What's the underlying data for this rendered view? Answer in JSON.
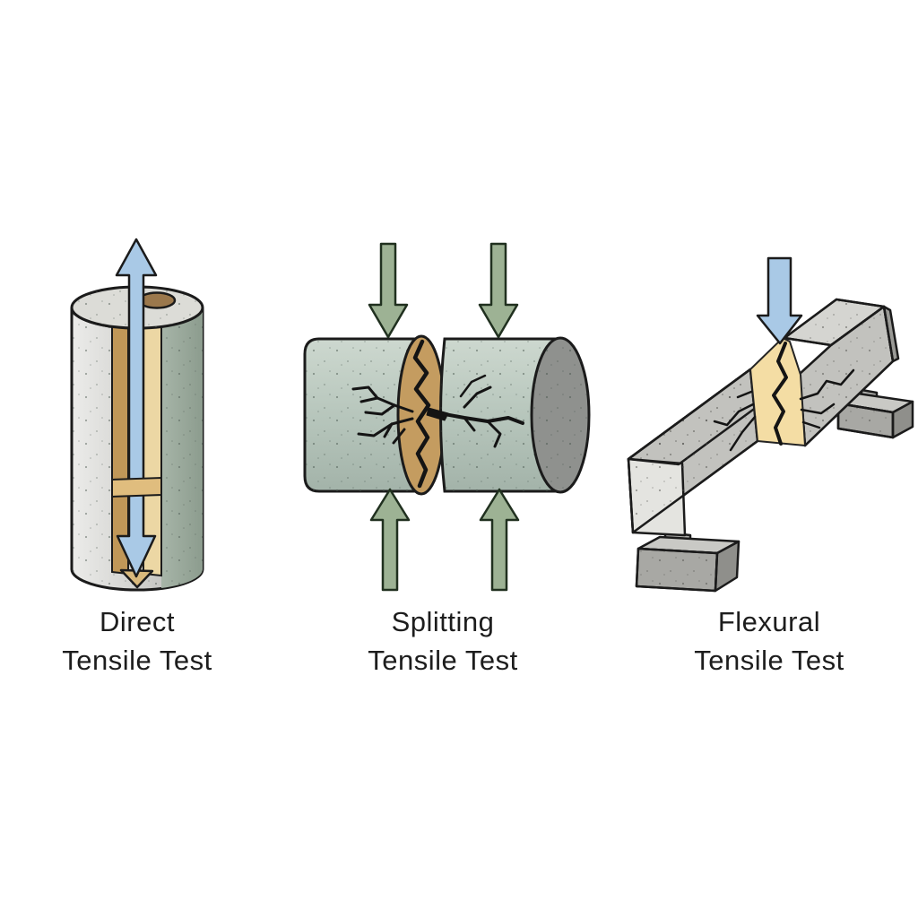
{
  "panels": [
    {
      "caption_line1": "Direct",
      "caption_line2": "Tensile Test"
    },
    {
      "caption_line1": "Splitting",
      "caption_line2": "Tensile Test"
    },
    {
      "caption_line1": "Flexural",
      "caption_line2": "Tensile Test"
    }
  ],
  "colors": {
    "background": "#ffffff",
    "caption_text": "#1d1d1d",
    "tension_arrow_blue": "#a9c9e6",
    "compression_arrow_green": "#9db294",
    "concrete_gray": "#c6c6c2",
    "concrete_green_gray": "#b7c6bc",
    "concrete_end_cap_gray": "#8f918e",
    "fracture_tan": "#c49c60",
    "fracture_cream": "#f4dda4",
    "slot_tan_dark": "#c09758",
    "slot_tan_light": "#ecd7a4",
    "hole_brown": "#9b784c",
    "outline": "#1b1b1b",
    "crack_black": "#141414"
  }
}
